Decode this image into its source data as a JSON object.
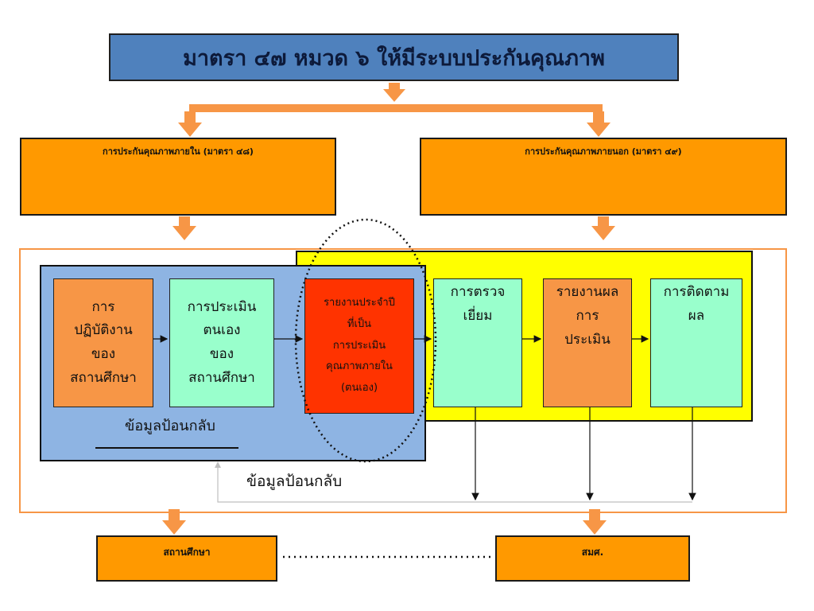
{
  "title": "มาตรา ๔๗ หมวด ๖ ให้มีระบบประกันคุณภาพ",
  "internal_qa": "การประกันคุณภาพภายใน    (มาตรา ๔๘)",
  "external_qa": "การประกันคุณภาพภายนอก   (มาตรา ๔๙)",
  "steps": [
    "การ\nปฏิบัติงาน\nของ\nสถานศึกษา",
    "การประเมิน\nตนเอง\nของ\nสถานศึกษา",
    "รายงานประจำปี\nที่เป็น\nการประเมิน\nคุณภาพภายใน\n(ตนเอง)",
    "การตรวจ\nเยี่ยม",
    "รายงานผล\nการ\nประเมิน",
    "การติดตาม\nผล"
  ],
  "feedback_inner": "ข้อมูลป้อนกลับ",
  "feedback_outer": "ข้อมูลป้อนกลับ",
  "school": "สถานศึกษา",
  "onesqa": "สมศ.",
  "colors": {
    "title_bg": "#4f81bd",
    "orange": "#ff9900",
    "yellow": "#ffff00",
    "blue_panel": "#8eb4e3",
    "mint": "#99ffcc",
    "red": "#ff3300",
    "frame": "#f79646"
  }
}
